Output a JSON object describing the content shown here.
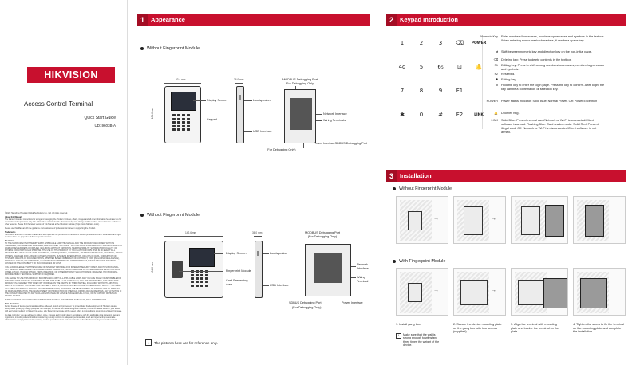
{
  "cover": {
    "brand": "HIKVISION",
    "title": "Access Control Terminal",
    "subtitle": "Quick Start Guide",
    "code": "UD19603B-A"
  },
  "legal": [
    {
      "heading": "",
      "text": "©2020 Hangzhou Hikvision Digital Technology Co., Ltd. All rights reserved."
    },
    {
      "heading": "About this Manual",
      "text": "The Manual includes instructions for using and managing the Product. Pictures, charts, images and all other information hereinafter are for description and explanation only. The information contained in the Manual is subject to change, without notice, due to firmware updates or other reasons. Please find the latest version of this Manual at the Hikvision website (https://www.hikvision.com/)."
    },
    {
      "heading": "",
      "text": "Please use this Manual with the guidance and assistance of professionals trained in supporting the Product."
    },
    {
      "heading": "Trademarks",
      "text": "HIKVISION and other Hikvision's trademarks and logos are the properties of Hikvision in various jurisdictions. Other trademarks and logos mentioned are the properties of their respective owners."
    },
    {
      "heading": "Disclaimer",
      "text": "TO THE MAXIMUM EXTENT PERMITTED BY APPLICABLE LAW, THIS MANUAL AND THE PRODUCT DESCRIBED, WITH ITS HARDWARE, SOFTWARE AND FIRMWARE, ARE PROVIDED \"AS IS\" AND \"WITH ALL FAULTS AND ERRORS\". HIKVISION MAKES NO WARRANTIES, EXPRESS OR IMPLIED, INCLUDING WITHOUT LIMITATION, MERCHANTABILITY, SATISFACTORY QUALITY, OR FITNESS FOR A PARTICULAR PURPOSE. THE USE OF THE PRODUCT BY YOU IS AT YOUR OWN RISK. IN NO EVENT WILL HIKVISION BE LIABLE TO YOU FOR ANY SPECIAL, CONSEQUENTIAL, INCIDENTAL, OR INDIRECT DAMAGES, INCLUDING, AMONG OTHERS, DAMAGES FOR LOSS OF BUSINESS PROFITS, BUSINESS INTERRUPTION, OR LOSS OF DATA, CORRUPTION OF SYSTEMS, OR LOSS OF DOCUMENTATION, WHETHER BASED ON BREACH OF CONTRACT, TORT (INCLUDING NEGLIGENCE), PRODUCT LIABILITY, OR OTHERWISE, IN CONNECTION WITH THE USE OF THE PRODUCT, EVEN IF HIKVISION HAS BEEN ADVISED OF THE POSSIBILITY OF SUCH DAMAGES OR LOSS."
    },
    {
      "heading": "",
      "text": "YOU ACKNOWLEDGE THAT THE NATURE OF INTERNET PROVIDES FOR INHERENT SECURITY RISKS, AND HIKVISION SHALL NOT TAKE ANY RESPONSIBILITIES FOR ABNORMAL OPERATION, PRIVACY LEAKAGE OR OTHER DAMAGES RESULTING FROM CYBER-ATTACK, HACKER ATTACK, VIRUS INFECTION, OR OTHER INTERNET SECURITY RISKS; HOWEVER, HIKVISION WILL PROVIDE TIMELY TECHNICAL SUPPORT IF REQUIRED."
    },
    {
      "heading": "",
      "text": "YOU AGREE TO USE THIS PRODUCT IN COMPLIANCE WITH ALL APPLICABLE LAWS, AND YOU ARE SOLELY RESPONSIBLE FOR ENSURING THAT YOUR USE CONFORMS TO THE APPLICABLE LAW. ESPECIALLY, YOU ARE RESPONSIBLE, FOR USING THIS PRODUCT IN A MANNER THAT DOES NOT INFRINGE ON THE RIGHTS OF THIRD PARTIES, INCLUDING WITHOUT LIMITATION, RIGHTS OF PUBLICITY, INTELLECTUAL PROPERTY RIGHTS, OR DATA PROTECTION AND OTHER PRIVACY RIGHTS. YOU SHALL NOT USE THIS PRODUCT FOR ANY PROHIBITED END-USES, INCLUDING THE DEVELOPMENT OR PRODUCTION OF WEAPONS OF MASS DESTRUCTION, THE DEVELOPMENT OR PRODUCTION OF CHEMICAL OR BIOLOGICAL WEAPONS, ANY ACTIVITIES IN THE CONTEXT RELATED TO ANY NUCLEAR EXPLOSIVE OR UNSAFE NUCLEAR FUEL-CYCLE, OR IN SUPPORT OF HUMAN RIGHTS ABUSES."
    },
    {
      "heading": "",
      "text": "IN THE EVENT OF ANY CONFLICTS BETWEEN THIS MANUAL AND THE APPLICABLE LAW, THE LATER PREVAILS."
    },
    {
      "heading": "Data Protection",
      "text": "During the use of device, personal data will be collected, stored and processed. To protect data, the development of Hikvision devices incorporates privacy by design principles. For example, for device with facial recognition features, biometrics data is stored in your device with encryption method; for fingerprint device, only fingerprint template will be saved, which is impossible to reconstruct a fingerprint image."
    },
    {
      "heading": "",
      "text": "As data controller, you are advised to collect, store, process and transfer data in accordance with the applicable data protection laws and regulations, including without limitation, conducting security controls to safeguard personal data, such as, implementing reasonable administrative and physical security controls, conduct periodic reviews and assessments of the effectiveness of your security controls."
    }
  ],
  "appearance": {
    "number": "1",
    "title": "Appearance",
    "nofp": {
      "title": "Without Fingerprint Module",
      "width_label": "93.4 mm",
      "depth_label": "36.0 mm",
      "height_label": "184.6 mm",
      "display_screen": "Display Screen",
      "keypad": "Keypad",
      "loudspeaker": "Loudspeaker",
      "usb": "USB Interface",
      "modbus": "MODBUS Debugging Port",
      "modbus_sub": "(For Debugging Only)",
      "network": "Network Interface",
      "wiring": "Wiring Terminals",
      "power": "Power Interface",
      "sdbus": "SDBUS Debugging Port",
      "sdbus_sub": "(For Debugging Only)"
    },
    "fp": {
      "title": "Without Fingerprint Module",
      "width_label": "142.6 mm",
      "depth_label": "36.0 mm",
      "height_label": "184.6 mm",
      "display_screen": "Display Screen",
      "loudspeaker": "Loudspeaker",
      "fp_module": "Fingerprint Module",
      "card_area": "Card Presenting Area",
      "usb": "USB Interface",
      "modbus": "MODBUS Debugging Port",
      "modbus_sub": "(For Debugging Only)",
      "network": "Network Interface",
      "wiring": "Wiring Terminal",
      "sdbus": "SDBUS Debugging Port",
      "sdbus_sub": "(For Debugging Only)",
      "power": "Power Interface"
    },
    "note": "The pictures here are for reference only."
  },
  "keypad": {
    "number": "2",
    "title": "Keypad Introduction",
    "keys": [
      [
        "1",
        "2",
        "3",
        "⌫",
        "POWER"
      ],
      [
        "4ɢ",
        "5",
        "6₅",
        "⊡",
        "🔔"
      ],
      [
        "7",
        "8",
        "9",
        "F1",
        ""
      ],
      [
        "✱",
        "0",
        "#",
        "F2",
        "LINK"
      ]
    ],
    "descriptions": [
      {
        "key": "Numeric Key",
        "text": "Enter numbers/lowercases, numbers/uppercases and symbols in the textbox. When entering non-numeric characters, it can be a space key."
      },
      {
        "key": "⇄",
        "text": "Shift between numeric key and direction key on the non-initial page."
      },
      {
        "key": "⌫",
        "text": "Deleting key: Press to delete contents in the textbox."
      },
      {
        "key": "F1",
        "text": "Editing key: Press to shift among numbers/lowercases, numbers/uppercases and symbols."
      },
      {
        "key": "F2",
        "text": "Reserved."
      },
      {
        "key": "✱",
        "text": "Exiting key."
      },
      {
        "key": "#",
        "text": "Hold the key to enter the login page. Press the key to confirm. After login, the key can be a confirmation or selection key."
      },
      {
        "key": "POWER",
        "text": "Power status indicator: Solid Blue: Normal Power. Off: Power Exception"
      },
      {
        "key": "🔔",
        "text": "Doorbell ring."
      },
      {
        "key": "LINK",
        "text": "Solid Blue: Present normal card/Network or Wi-Fi is connected/Client software is armed. Flashing Blue: Card reader mode. Solid Red: Present illegal card. Off: Network or Wi-Fi is disconnected/Client software is not armed."
      }
    ]
  },
  "installation": {
    "number": "3",
    "title": "Installation",
    "nofp_title": "Without Fingerprint Module",
    "fp_title": "With Fingerprint Module",
    "steps": [
      {
        "num": "1.",
        "text": "Install gang box."
      },
      {
        "num": "2.",
        "text": "Secure the device mounting plate on the gang box with two screws (supplied)."
      },
      {
        "num": "3.",
        "text": "Align the terminal with mounting plate and buckle the terminal on the plate."
      },
      {
        "num": "4.",
        "text": "Tighten the screw to fix the terminal on the mounting plate and complete the installation."
      }
    ],
    "warning": "Make sure that the wall is strong enough to withstand three times the weight of the device."
  }
}
